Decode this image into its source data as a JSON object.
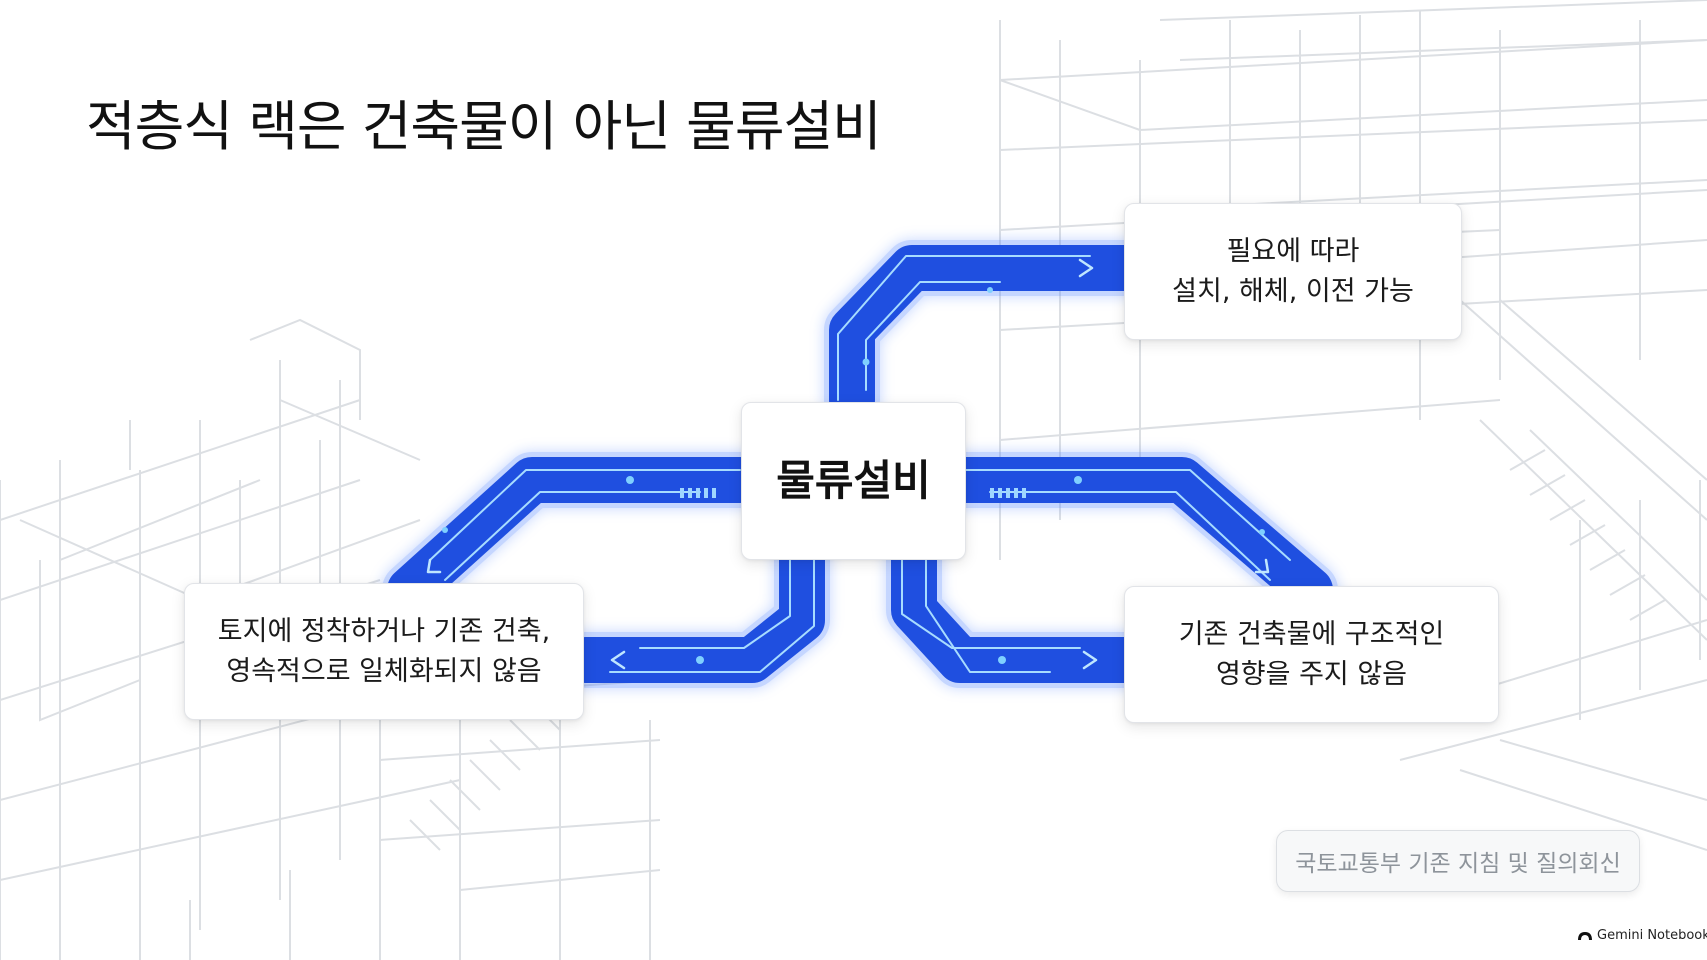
{
  "title": "적층식 랙은 건축물이 아닌 물류설비",
  "center": {
    "label": "물류설비"
  },
  "nodes": {
    "top_right": {
      "lines": [
        "필요에 따라",
        "설치, 해체, 이전 가능"
      ]
    },
    "left": {
      "lines": [
        "토지에 정착하거나 기존 건축,",
        "영속적으로 일체화되지 않음"
      ]
    },
    "bottom_right": {
      "lines": [
        "기존 건축물에 구조적인",
        "영향을 주지 않음"
      ]
    }
  },
  "source": "국토교통부 기존 지침 및 질의회신",
  "watermark": "Gemini Notebook",
  "colors": {
    "connector": "#1f4fe0",
    "connector_glow": "#3d7cff",
    "circuit_line": "#9fd6ff",
    "card_bg": "#ffffff",
    "scaffold_line": "#d9dce0"
  }
}
